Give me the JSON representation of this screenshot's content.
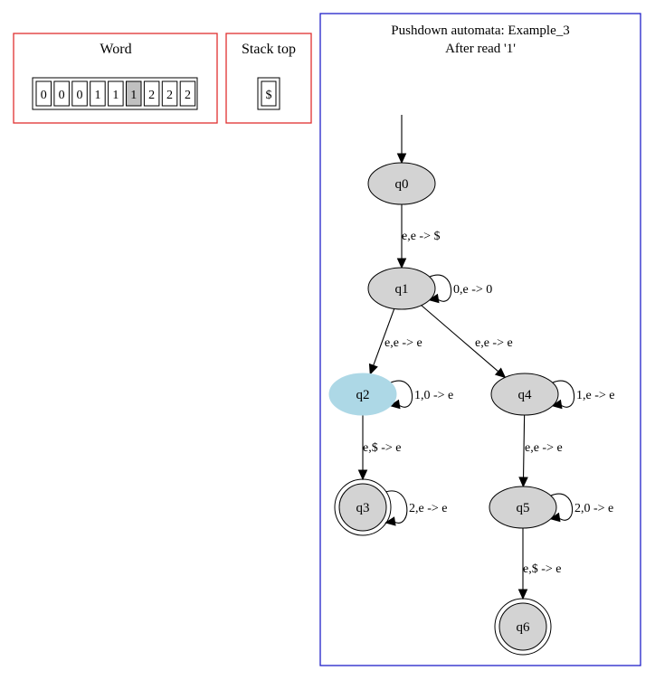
{
  "word": {
    "title": "Word",
    "symbols": [
      "0",
      "0",
      "0",
      "1",
      "1",
      "1",
      "2",
      "2",
      "2"
    ],
    "current_index": 5
  },
  "stack": {
    "title": "Stack top",
    "top": "$"
  },
  "automaton": {
    "title_line1": "Pushdown automata: Example_3",
    "title_line2": "After read '1'",
    "current_state": "q2",
    "states": [
      {
        "id": "q0",
        "label": "q0",
        "accepting": false
      },
      {
        "id": "q1",
        "label": "q1",
        "accepting": false
      },
      {
        "id": "q2",
        "label": "q2",
        "accepting": false
      },
      {
        "id": "q3",
        "label": "q3",
        "accepting": true
      },
      {
        "id": "q4",
        "label": "q4",
        "accepting": false
      },
      {
        "id": "q5",
        "label": "q5",
        "accepting": false
      },
      {
        "id": "q6",
        "label": "q6",
        "accepting": true
      }
    ],
    "transitions": [
      {
        "from": "q0",
        "to": "q1",
        "label": "e,e -> $"
      },
      {
        "from": "q1",
        "to": "q1",
        "label": "0,e -> 0"
      },
      {
        "from": "q1",
        "to": "q2",
        "label": "e,e -> e"
      },
      {
        "from": "q1",
        "to": "q4",
        "label": "e,e -> e"
      },
      {
        "from": "q2",
        "to": "q2",
        "label": "1,0 -> e"
      },
      {
        "from": "q2",
        "to": "q3",
        "label": "e,$ -> e"
      },
      {
        "from": "q3",
        "to": "q3",
        "label": "2,e -> e"
      },
      {
        "from": "q4",
        "to": "q4",
        "label": "1,e -> e"
      },
      {
        "from": "q4",
        "to": "q5",
        "label": "e,e -> e"
      },
      {
        "from": "q5",
        "to": "q5",
        "label": "2,0 -> e"
      },
      {
        "from": "q5",
        "to": "q6",
        "label": "e,$ -> e"
      }
    ]
  }
}
